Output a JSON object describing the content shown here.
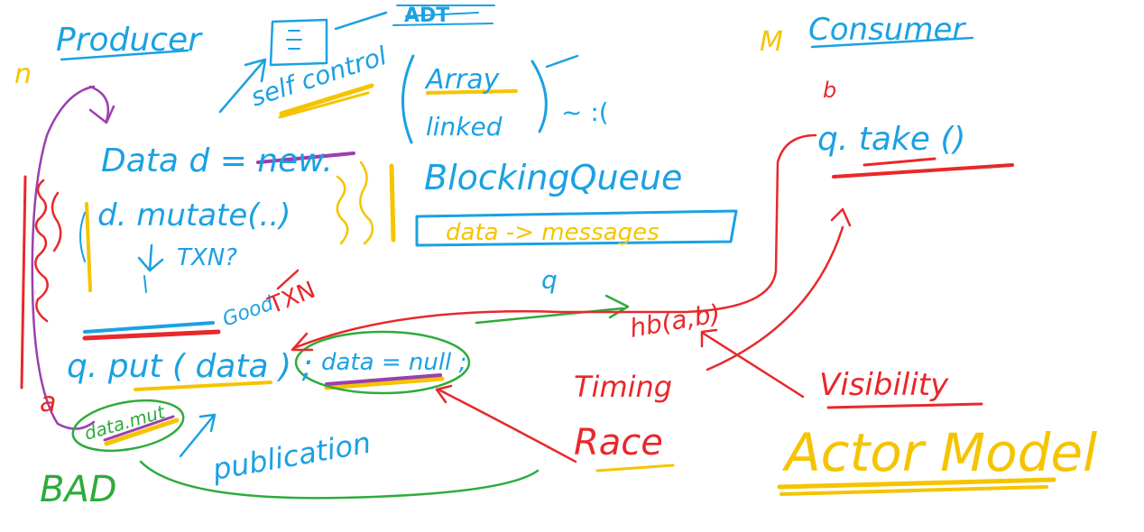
{
  "colors": {
    "blue": "#1ba1e2",
    "red": "#e8282b",
    "green": "#2eab3c",
    "yellow": "#f5c400",
    "purple": "#9b3fb0",
    "background": "#ffffff"
  },
  "labels": {
    "producer_n": "n",
    "producer": "Producer",
    "consumer_m": "M",
    "consumer": "Consumer",
    "adt": "ADT",
    "self_control": "self control",
    "array": "Array",
    "linked": "linked",
    "tilde_sad": "~ :(",
    "data_new": "Data d = new.",
    "blocking_queue": "BlockingQueue",
    "data_messages": "data -> messages",
    "d_mutate": "d. mutate(..)",
    "txn_question": "TXN?",
    "good": "Good",
    "txn": "TXN",
    "q_put": "q. put ( data ) ;",
    "data_null": "data = null ;",
    "q": "q",
    "hb": "hb(a,b)",
    "timing": "Timing",
    "visibility": "Visibility",
    "race": "Race",
    "actor_model": "Actor Model",
    "b": "b",
    "q_take": "q. take ()",
    "a": "a",
    "publication": "publication",
    "bad": "BAD",
    "data_mut": "data.mut"
  }
}
